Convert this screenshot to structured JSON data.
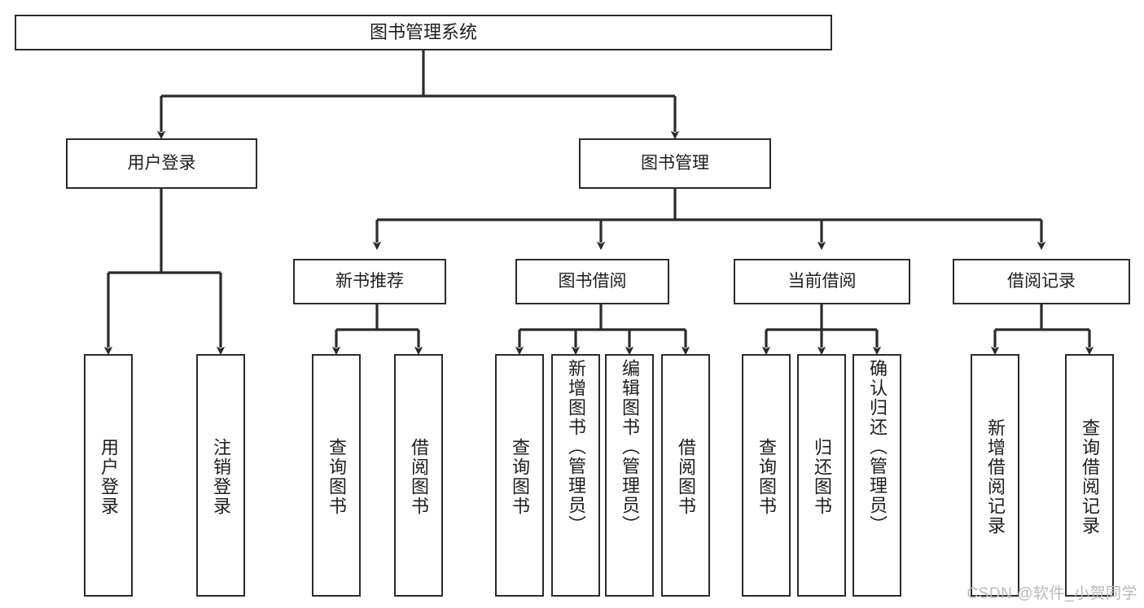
{
  "diagram": {
    "title": "图书管理系统",
    "type": "功能结构图",
    "watermark": "CSDN @软件_小贺同学",
    "colors": {
      "stroke": "#2b2b2b",
      "fill": "#ffffff",
      "text": "#1d1d1d",
      "watermark": "#b9b9b9",
      "background": "#ffffff"
    },
    "root": {
      "label": "图书管理系统"
    },
    "level1": [
      {
        "label": "用户登录"
      },
      {
        "label": "图书管理"
      }
    ],
    "level2": [
      {
        "label": "新书推荐"
      },
      {
        "label": "图书借阅"
      },
      {
        "label": "当前借阅"
      },
      {
        "label": "借阅记录"
      }
    ],
    "leaves": {
      "user_login": [
        {
          "label": "用户登录"
        },
        {
          "label": "注销登录"
        }
      ],
      "new_book_recommend": [
        {
          "label": "查询图书"
        },
        {
          "label": "借阅图书"
        }
      ],
      "book_borrow": [
        {
          "label": "查询图书"
        },
        {
          "label": "新增图书（管理员）"
        },
        {
          "label": "编辑图书（管理员）"
        },
        {
          "label": "借阅图书"
        }
      ],
      "current_borrow": [
        {
          "label": "查询图书"
        },
        {
          "label": "归还图书"
        },
        {
          "label": "确认归还（管理员）"
        }
      ],
      "borrow_record": [
        {
          "label": "新增借阅记录"
        },
        {
          "label": "查询借阅记录"
        }
      ]
    }
  }
}
